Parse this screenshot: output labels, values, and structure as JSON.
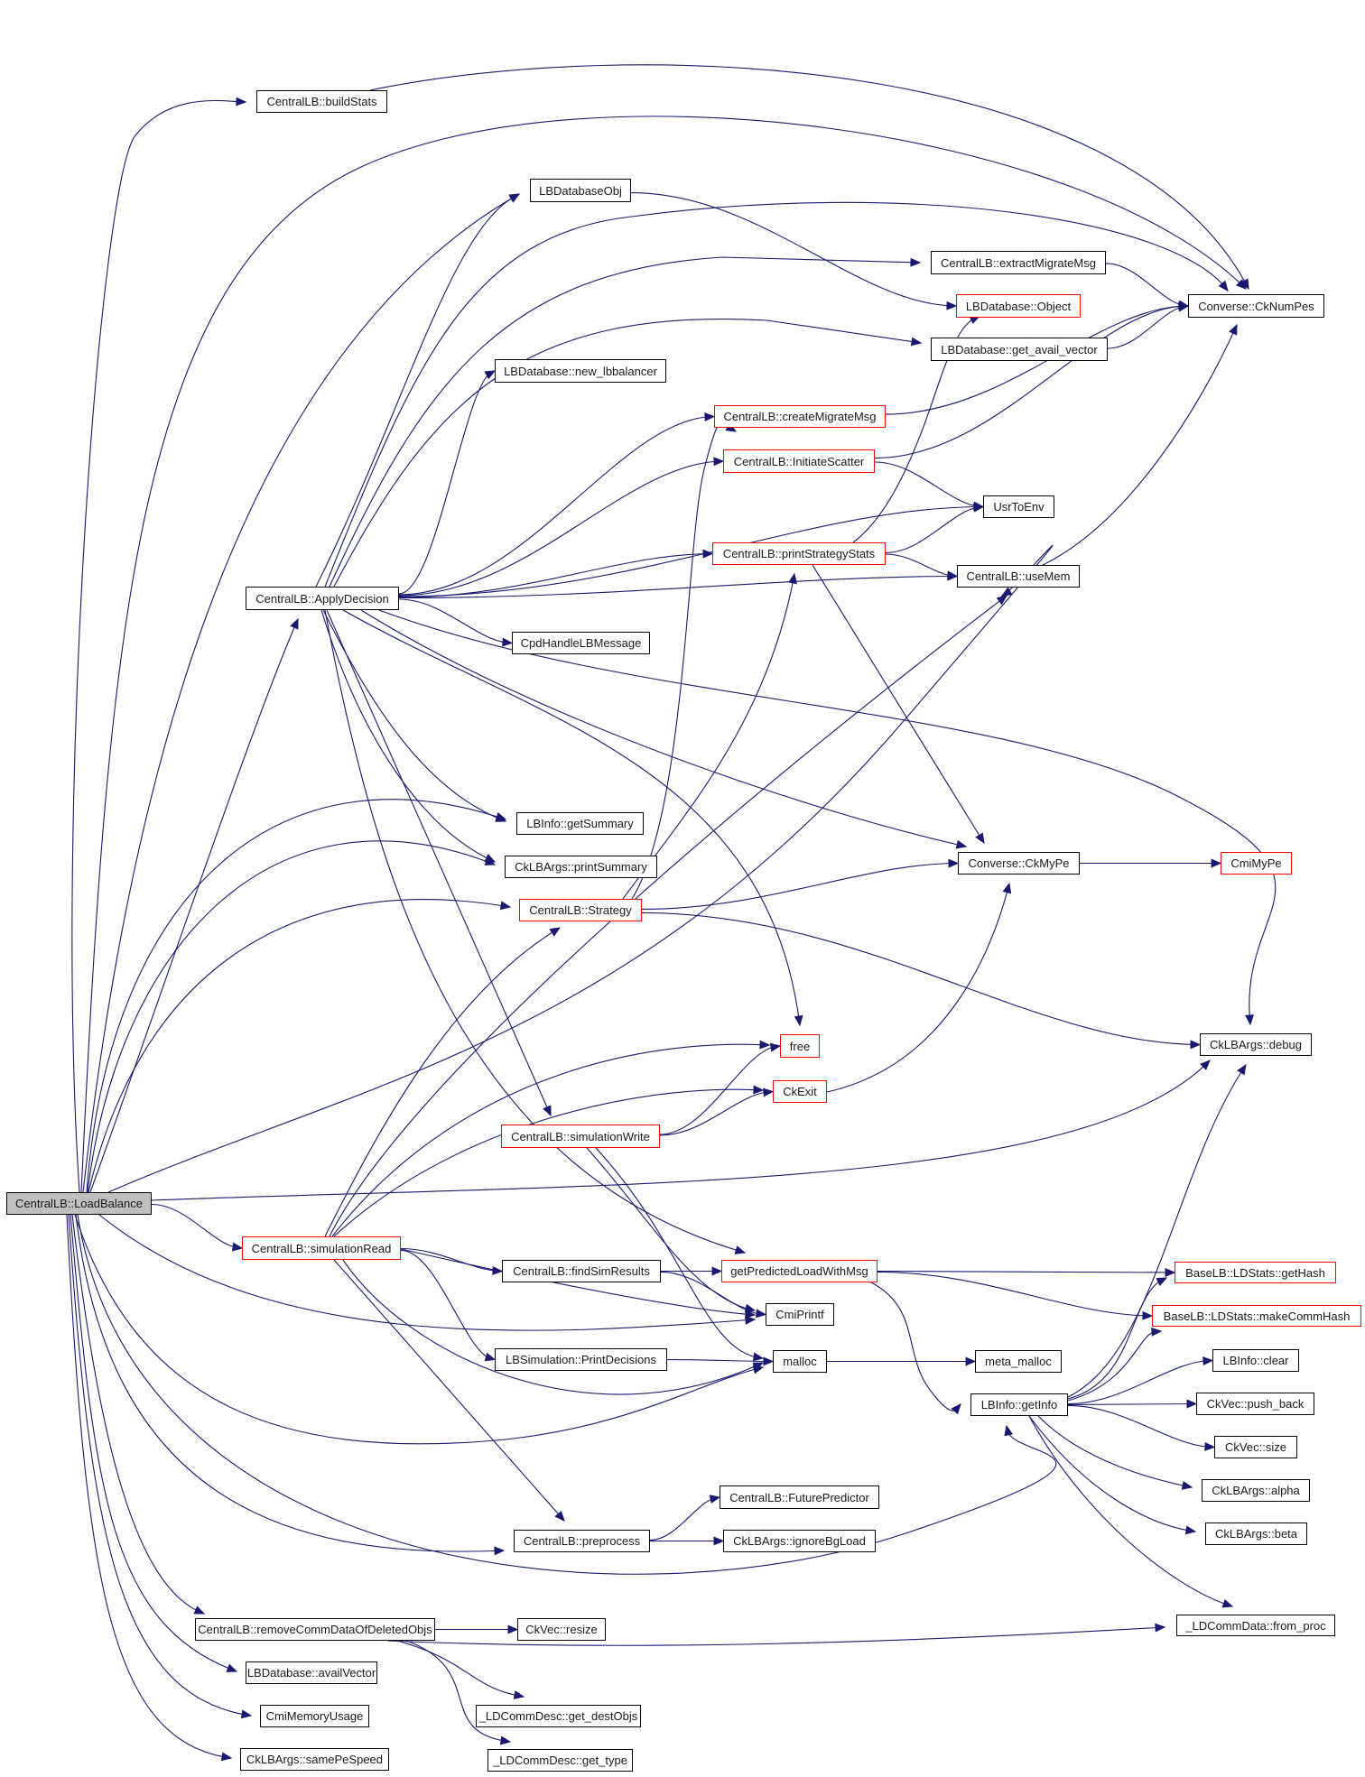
{
  "diagram": {
    "title": "Call graph of CentralLB::LoadBalance",
    "colors": {
      "edge": "#191970",
      "node_border": "#000000",
      "truncated_border": "#ff0000",
      "root_fill": "#bfbfbf",
      "node_fill": "#ffffff"
    },
    "root": "LoadBalance",
    "nodes": [
      {
        "id": "LoadBalance",
        "label": "CentralLB::LoadBalance",
        "kind": "root"
      },
      {
        "id": "buildStats",
        "label": "CentralLB::buildStats",
        "kind": "normal"
      },
      {
        "id": "LBDatabaseObj",
        "label": "LBDatabaseObj",
        "kind": "normal"
      },
      {
        "id": "extractMigrateMsg",
        "label": "CentralLB::extractMigrateMsg",
        "kind": "normal"
      },
      {
        "id": "LBDObject",
        "label": "LBDatabase::Object",
        "kind": "truncated"
      },
      {
        "id": "CkNumPes",
        "label": "Converse::CkNumPes",
        "kind": "normal"
      },
      {
        "id": "getAvailVector",
        "label": "LBDatabase::get_avail_vector",
        "kind": "normal"
      },
      {
        "id": "newLbbalancer",
        "label": "LBDatabase::new_lbbalancer",
        "kind": "normal"
      },
      {
        "id": "createMigrateMsg",
        "label": "CentralLB::createMigrateMsg",
        "kind": "truncated"
      },
      {
        "id": "InitiateScatter",
        "label": "CentralLB::InitiateScatter",
        "kind": "truncated"
      },
      {
        "id": "UsrToEnv",
        "label": "UsrToEnv",
        "kind": "normal"
      },
      {
        "id": "printStrategyStats",
        "label": "CentralLB::printStrategyStats",
        "kind": "truncated"
      },
      {
        "id": "useMem",
        "label": "CentralLB::useMem",
        "kind": "normal"
      },
      {
        "id": "ApplyDecision",
        "label": "CentralLB::ApplyDecision",
        "kind": "normal"
      },
      {
        "id": "CpdHandleLBMessage",
        "label": "CpdHandleLBMessage",
        "kind": "normal"
      },
      {
        "id": "getSummary",
        "label": "LBInfo::getSummary",
        "kind": "normal"
      },
      {
        "id": "printSummary",
        "label": "CkLBArgs::printSummary",
        "kind": "normal"
      },
      {
        "id": "CkMyPe",
        "label": "Converse::CkMyPe",
        "kind": "normal"
      },
      {
        "id": "CmiMyPe",
        "label": "CmiMyPe",
        "kind": "truncated"
      },
      {
        "id": "Strategy",
        "label": "CentralLB::Strategy",
        "kind": "truncated"
      },
      {
        "id": "free",
        "label": "free",
        "kind": "truncated"
      },
      {
        "id": "debug",
        "label": "CkLBArgs::debug",
        "kind": "normal"
      },
      {
        "id": "CkExit",
        "label": "CkExit",
        "kind": "truncated"
      },
      {
        "id": "simulationWrite",
        "label": "CentralLB::simulationWrite",
        "kind": "truncated"
      },
      {
        "id": "simulationRead",
        "label": "CentralLB::simulationRead",
        "kind": "truncated"
      },
      {
        "id": "findSimResults",
        "label": "CentralLB::findSimResults",
        "kind": "normal"
      },
      {
        "id": "getPredictedLoadWithMsg",
        "label": "getPredictedLoadWithMsg",
        "kind": "truncated"
      },
      {
        "id": "getHash",
        "label": "BaseLB::LDStats::getHash",
        "kind": "truncated"
      },
      {
        "id": "CmiPrintf",
        "label": "CmiPrintf",
        "kind": "normal"
      },
      {
        "id": "makeCommHash",
        "label": "BaseLB::LDStats::makeCommHash",
        "kind": "truncated"
      },
      {
        "id": "PrintDecisions",
        "label": "LBSimulation::PrintDecisions",
        "kind": "normal"
      },
      {
        "id": "malloc",
        "label": "malloc",
        "kind": "normal"
      },
      {
        "id": "metaMalloc",
        "label": "meta_malloc",
        "kind": "normal"
      },
      {
        "id": "LBInfoClear",
        "label": "LBInfo::clear",
        "kind": "normal"
      },
      {
        "id": "getInfo",
        "label": "LBInfo::getInfo",
        "kind": "normal"
      },
      {
        "id": "pushBack",
        "label": "CkVec::push_back",
        "kind": "normal"
      },
      {
        "id": "CkVecSize",
        "label": "CkVec::size",
        "kind": "normal"
      },
      {
        "id": "alpha",
        "label": "CkLBArgs::alpha",
        "kind": "normal"
      },
      {
        "id": "FuturePredictor",
        "label": "CentralLB::FuturePredictor",
        "kind": "normal"
      },
      {
        "id": "preprocess",
        "label": "CentralLB::preprocess",
        "kind": "normal"
      },
      {
        "id": "ignoreBgLoad",
        "label": "CkLBArgs::ignoreBgLoad",
        "kind": "normal"
      },
      {
        "id": "beta",
        "label": "CkLBArgs::beta",
        "kind": "normal"
      },
      {
        "id": "fromProc",
        "label": "_LDCommData::from_proc",
        "kind": "normal"
      },
      {
        "id": "removeCommData",
        "label": "CentralLB::removeCommDataOfDeletedObjs",
        "kind": "normal"
      },
      {
        "id": "CkVecResize",
        "label": "CkVec::resize",
        "kind": "normal"
      },
      {
        "id": "availVector",
        "label": "LBDatabase::availVector",
        "kind": "normal"
      },
      {
        "id": "CmiMemoryUsage",
        "label": "CmiMemoryUsage",
        "kind": "normal"
      },
      {
        "id": "getDestObjs",
        "label": "_LDCommDesc::get_destObjs",
        "kind": "normal"
      },
      {
        "id": "samePeSpeed",
        "label": "CkLBArgs::samePeSpeed",
        "kind": "normal"
      },
      {
        "id": "getType",
        "label": "_LDCommDesc::get_type",
        "kind": "normal"
      }
    ],
    "edges": [
      {
        "from": "LoadBalance",
        "to": "buildStats"
      },
      {
        "from": "LoadBalance",
        "to": "CkNumPes"
      },
      {
        "from": "LoadBalance",
        "to": "LBDatabaseObj"
      },
      {
        "from": "LoadBalance",
        "to": "ApplyDecision"
      },
      {
        "from": "LoadBalance",
        "to": "getSummary"
      },
      {
        "from": "LoadBalance",
        "to": "printSummary"
      },
      {
        "from": "LoadBalance",
        "to": "Strategy"
      },
      {
        "from": "LoadBalance",
        "to": "useMem"
      },
      {
        "from": "LoadBalance",
        "to": "debug"
      },
      {
        "from": "LoadBalance",
        "to": "simulationRead"
      },
      {
        "from": "LoadBalance",
        "to": "CmiPrintf"
      },
      {
        "from": "LoadBalance",
        "to": "malloc"
      },
      {
        "from": "LoadBalance",
        "to": "getInfo"
      },
      {
        "from": "LoadBalance",
        "to": "preprocess"
      },
      {
        "from": "LoadBalance",
        "to": "removeCommData"
      },
      {
        "from": "LoadBalance",
        "to": "availVector"
      },
      {
        "from": "LoadBalance",
        "to": "CmiMemoryUsage"
      },
      {
        "from": "LoadBalance",
        "to": "samePeSpeed"
      },
      {
        "from": "buildStats",
        "to": "CkNumPes"
      },
      {
        "from": "LBDatabaseObj",
        "to": "LBDObject"
      },
      {
        "from": "extractMigrateMsg",
        "to": "CkNumPes"
      },
      {
        "from": "getAvailVector",
        "to": "CkNumPes"
      },
      {
        "from": "createMigrateMsg",
        "to": "CkNumPes"
      },
      {
        "from": "InitiateScatter",
        "to": "CkNumPes"
      },
      {
        "from": "InitiateScatter",
        "to": "UsrToEnv"
      },
      {
        "from": "useMem",
        "to": "CkNumPes"
      },
      {
        "from": "printStrategyStats",
        "to": "LBDObject"
      },
      {
        "from": "printStrategyStats",
        "to": "UsrToEnv"
      },
      {
        "from": "printStrategyStats",
        "to": "useMem"
      },
      {
        "from": "printStrategyStats",
        "to": "CkMyPe"
      },
      {
        "from": "ApplyDecision",
        "to": "LBDatabaseObj"
      },
      {
        "from": "ApplyDecision",
        "to": "CkNumPes"
      },
      {
        "from": "ApplyDecision",
        "to": "extractMigrateMsg"
      },
      {
        "from": "ApplyDecision",
        "to": "getAvailVector"
      },
      {
        "from": "ApplyDecision",
        "to": "newLbbalancer"
      },
      {
        "from": "ApplyDecision",
        "to": "createMigrateMsg"
      },
      {
        "from": "ApplyDecision",
        "to": "InitiateScatter"
      },
      {
        "from": "ApplyDecision",
        "to": "UsrToEnv"
      },
      {
        "from": "ApplyDecision",
        "to": "printStrategyStats"
      },
      {
        "from": "ApplyDecision",
        "to": "useMem"
      },
      {
        "from": "ApplyDecision",
        "to": "CpdHandleLBMessage"
      },
      {
        "from": "ApplyDecision",
        "to": "debug"
      },
      {
        "from": "ApplyDecision",
        "to": "CkMyPe"
      },
      {
        "from": "ApplyDecision",
        "to": "free"
      },
      {
        "from": "ApplyDecision",
        "to": "getSummary"
      },
      {
        "from": "ApplyDecision",
        "to": "printSummary"
      },
      {
        "from": "ApplyDecision",
        "to": "simulationWrite"
      },
      {
        "from": "ApplyDecision",
        "to": "getPredictedLoadWithMsg"
      },
      {
        "from": "CkMyPe",
        "to": "CmiMyPe"
      },
      {
        "from": "Strategy",
        "to": "createMigrateMsg"
      },
      {
        "from": "Strategy",
        "to": "printStrategyStats"
      },
      {
        "from": "Strategy",
        "to": "CkMyPe"
      },
      {
        "from": "Strategy",
        "to": "debug"
      },
      {
        "from": "CkExit",
        "to": "CkMyPe"
      },
      {
        "from": "simulationWrite",
        "to": "free"
      },
      {
        "from": "simulationWrite",
        "to": "CkExit"
      },
      {
        "from": "simulationWrite",
        "to": "CmiPrintf"
      },
      {
        "from": "simulationWrite",
        "to": "malloc"
      },
      {
        "from": "simulationRead",
        "to": "Strategy"
      },
      {
        "from": "simulationRead",
        "to": "useMem"
      },
      {
        "from": "simulationRead",
        "to": "free"
      },
      {
        "from": "simulationRead",
        "to": "CkExit"
      },
      {
        "from": "simulationRead",
        "to": "findSimResults"
      },
      {
        "from": "simulationRead",
        "to": "CmiPrintf"
      },
      {
        "from": "simulationRead",
        "to": "PrintDecisions"
      },
      {
        "from": "simulationRead",
        "to": "malloc"
      },
      {
        "from": "simulationRead",
        "to": "preprocess"
      },
      {
        "from": "findSimResults",
        "to": "getPredictedLoadWithMsg"
      },
      {
        "from": "findSimResults",
        "to": "CmiPrintf"
      },
      {
        "from": "getPredictedLoadWithMsg",
        "to": "getHash"
      },
      {
        "from": "getPredictedLoadWithMsg",
        "to": "makeCommHash"
      },
      {
        "from": "getPredictedLoadWithMsg",
        "to": "getInfo"
      },
      {
        "from": "PrintDecisions",
        "to": "malloc"
      },
      {
        "from": "malloc",
        "to": "metaMalloc"
      },
      {
        "from": "getInfo",
        "to": "debug"
      },
      {
        "from": "getInfo",
        "to": "getHash"
      },
      {
        "from": "getInfo",
        "to": "makeCommHash"
      },
      {
        "from": "getInfo",
        "to": "LBInfoClear"
      },
      {
        "from": "getInfo",
        "to": "pushBack"
      },
      {
        "from": "getInfo",
        "to": "CkVecSize"
      },
      {
        "from": "getInfo",
        "to": "alpha"
      },
      {
        "from": "getInfo",
        "to": "beta"
      },
      {
        "from": "getInfo",
        "to": "fromProc"
      },
      {
        "from": "preprocess",
        "to": "FuturePredictor"
      },
      {
        "from": "preprocess",
        "to": "ignoreBgLoad"
      },
      {
        "from": "removeCommData",
        "to": "CkVecResize"
      },
      {
        "from": "removeCommData",
        "to": "fromProc"
      },
      {
        "from": "removeCommData",
        "to": "getDestObjs"
      },
      {
        "from": "removeCommData",
        "to": "getType"
      }
    ]
  }
}
